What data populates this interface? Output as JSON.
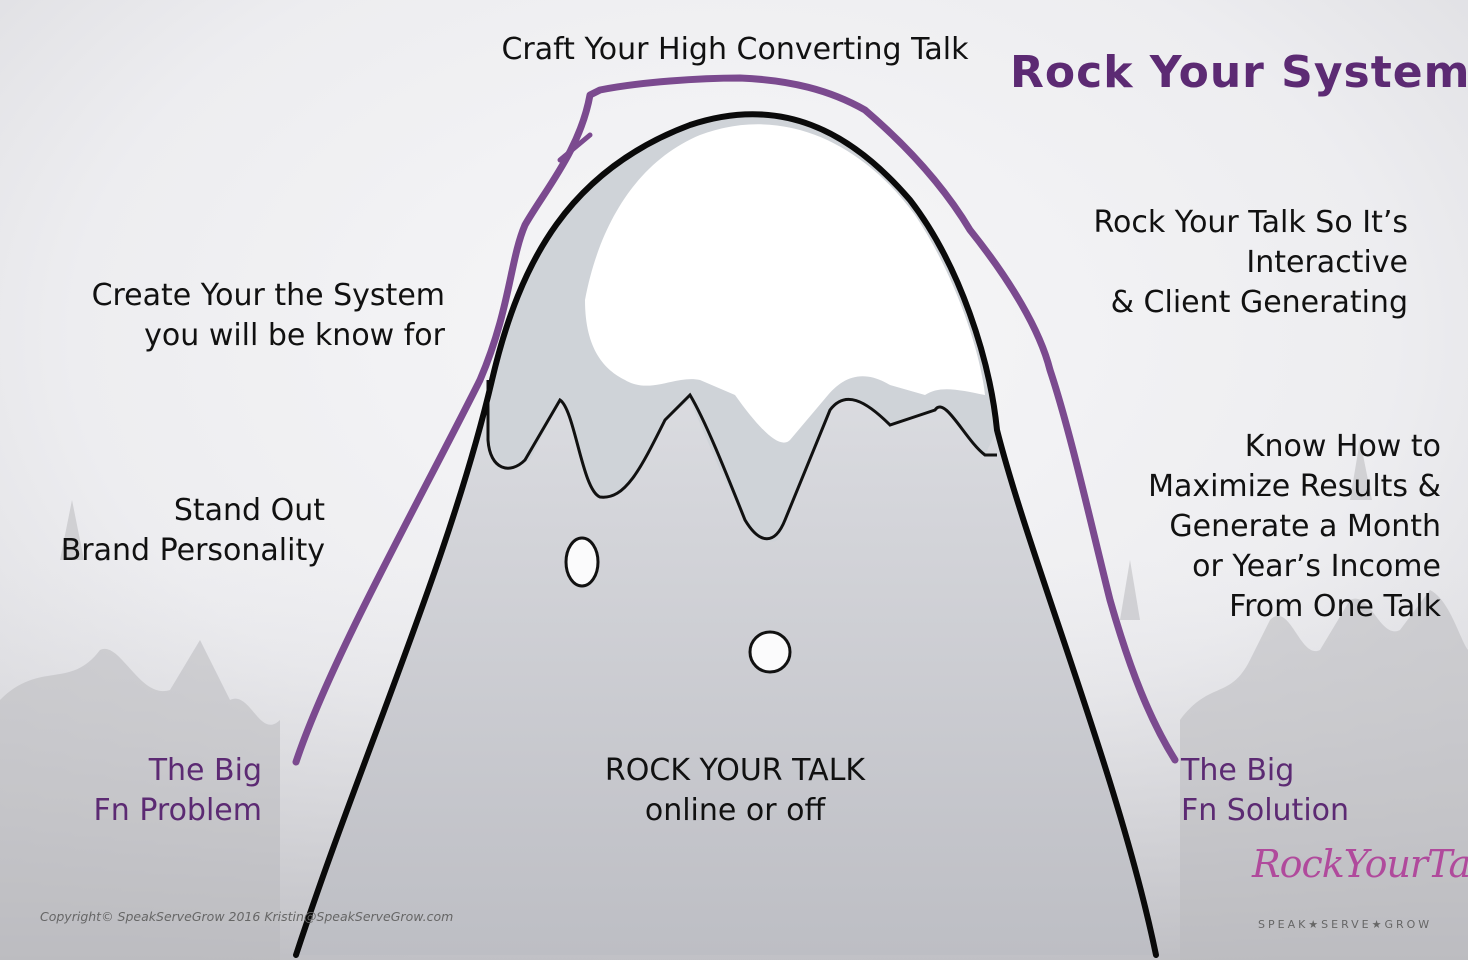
{
  "title": "Rock Your System",
  "peak_label": "Craft Your High Converting Talk",
  "left_labels": {
    "create_system": [
      "Create Your the System",
      "you will be know for"
    ],
    "stand_out": [
      "Stand Out",
      "Brand Personality"
    ],
    "big_problem": [
      "The Big",
      "Fn Problem"
    ]
  },
  "right_labels": {
    "rock_talk_interactive": [
      "Rock Your Talk So It’s",
      "Interactive",
      "& Client Generating"
    ],
    "maximize": [
      "Know How to",
      "Maximize Results &",
      "Generate a Month",
      "or Year’s Income",
      "From One Talk"
    ],
    "big_solution": [
      "The Big",
      "Fn Solution"
    ]
  },
  "center_label": [
    "ROCK YOUR TALK",
    "online or off"
  ],
  "copyright": "Copyright©  SpeakServeGrow 2016 Kristin@SpeakServeGrow.com",
  "logo": {
    "script": "RockYourTalk",
    "tagline": "SPEAK★SERVE★GROW"
  },
  "colors": {
    "accent_purple": "#5c2a73",
    "path_purple": "#7b4a8f",
    "outline": "#0a0a0a",
    "snow": "#ffffff",
    "snow_shadow": "#c9ced3",
    "logo_pink": "#b04a9c"
  }
}
